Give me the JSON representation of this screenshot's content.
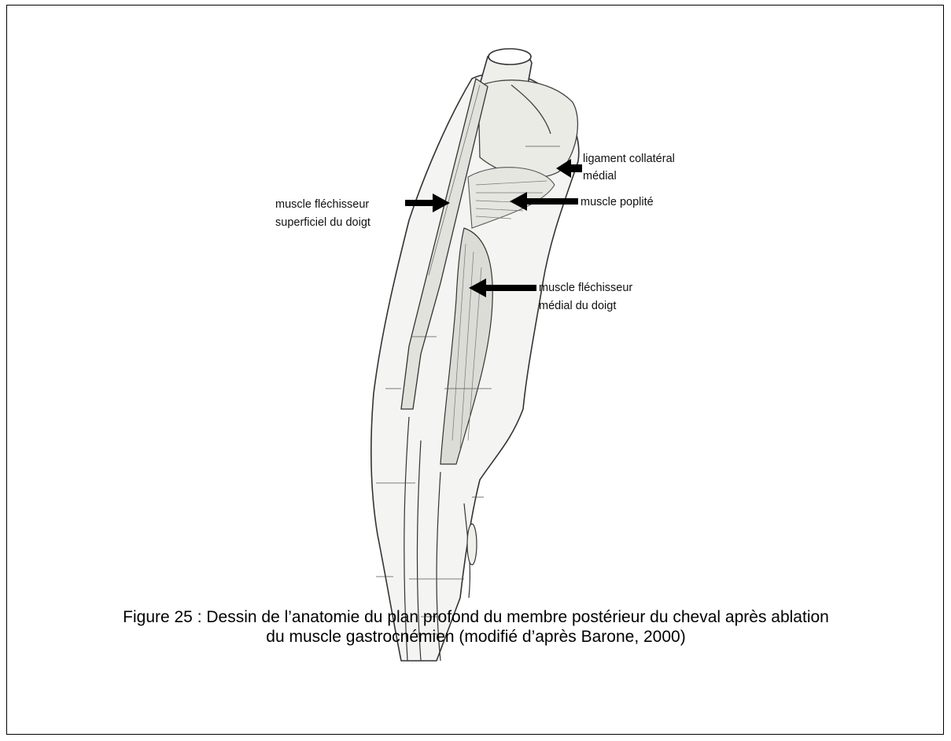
{
  "labels": {
    "collateral_l1": "ligament collatéral",
    "collateral_l2": "médial",
    "poplite": "muscle poplité",
    "superficial_l1": "muscle fléchisseur",
    "superficial_l2": "superficiel du doigt",
    "medial_l1": "muscle fléchisseur",
    "medial_l2": "médial du doigt"
  },
  "caption": {
    "line1": "Figure 25 : Dessin de l’anatomie du plan profond du membre postérieur du cheval après ablation",
    "line2": "du muscle gastrocnémien (modifié d’après Barone, 2000)"
  }
}
